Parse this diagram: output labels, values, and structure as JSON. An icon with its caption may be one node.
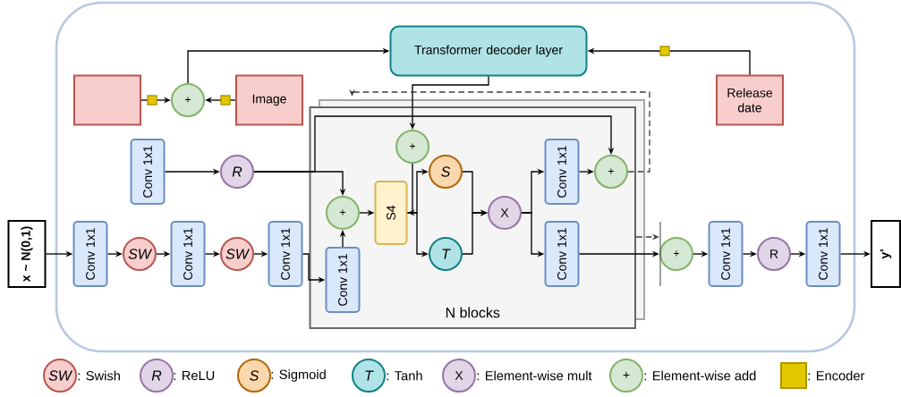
{
  "diagram": {
    "nodes": [
      {
        "text": [
          "x ~ N(0,1)"
        ]
      },
      {
        "text": [],
        "shape": "box"
      },
      {
        "text": [
          "+"
        ]
      },
      {
        "text": [
          "Image"
        ]
      },
      {
        "text": [
          "Transformer decoder layer"
        ]
      },
      {
        "text": [
          "Release date"
        ]
      },
      {
        "text": [
          "Conv 1x1"
        ]
      },
      {
        "text": [
          "R"
        ]
      },
      {
        "text": [
          "Conv 1x1"
        ]
      },
      {
        "text": [
          "SW"
        ]
      },
      {
        "text": [
          "Conv 1x1"
        ]
      },
      {
        "text": [
          "SW"
        ]
      },
      {
        "text": [
          "Conv 1x1"
        ]
      },
      {
        "text": [
          "N blocks"
        ]
      },
      {
        "text": [
          "+"
        ],
        "in": 13
      },
      {
        "text": [
          "+"
        ],
        "in": 13
      },
      {
        "text": [
          "S4"
        ],
        "in": 13
      },
      {
        "text": [
          "S"
        ],
        "in": 13
      },
      {
        "text": [
          "T"
        ],
        "in": 13
      },
      {
        "text": [
          "X"
        ],
        "in": 13
      },
      {
        "text": [
          "Conv 1x1"
        ],
        "in": 13
      },
      {
        "text": [
          "+"
        ],
        "in": 13
      },
      {
        "text": [
          "Conv 1x1"
        ],
        "in": 13
      },
      {
        "text": [
          "Conv 1x1"
        ],
        "in": 13
      },
      {
        "text": [
          "+"
        ]
      },
      {
        "text": [
          "Conv 1x1"
        ]
      },
      {
        "text": [
          "R"
        ]
      },
      {
        "text": [
          "Conv 1x1"
        ]
      },
      {
        "text": [
          "y'"
        ]
      }
    ],
    "edges": [
      {
        "from": 0,
        "to": 8,
        "arrow": "to"
      },
      {
        "from": 8,
        "to": 9,
        "arrow": "to"
      },
      {
        "from": 9,
        "to": 10,
        "arrow": "to"
      },
      {
        "from": 10,
        "to": 11,
        "arrow": "to"
      },
      {
        "from": 11,
        "to": 12,
        "arrow": "to"
      },
      {
        "from": 12,
        "to": 22,
        "arrow": "to"
      },
      {
        "from": 22,
        "to": 15,
        "arrow": "to"
      },
      {
        "from": 15,
        "to": 16,
        "arrow": "to"
      },
      {
        "from": 16,
        "to": 17,
        "arrow": "to"
      },
      {
        "from": 16,
        "to": 18,
        "arrow": "to"
      },
      {
        "from": 17,
        "to": 19,
        "arrow": "to"
      },
      {
        "from": 18,
        "to": 19,
        "arrow": "to"
      },
      {
        "from": 19,
        "to": 20,
        "arrow": "to"
      },
      {
        "from": 19,
        "to": 23,
        "arrow": "to"
      },
      {
        "from": 20,
        "to": 21,
        "arrow": "to"
      },
      {
        "from": 23,
        "to": 24,
        "arrow": "to"
      },
      {
        "from": 24,
        "to": 25,
        "arrow": "to"
      },
      {
        "from": 25,
        "to": 26,
        "arrow": "to"
      },
      {
        "from": 26,
        "to": 27,
        "arrow": "to"
      },
      {
        "from": 27,
        "to": 28,
        "arrow": "to"
      },
      {
        "from": 6,
        "to": 7,
        "arrow": "to"
      },
      {
        "from": 7,
        "to": 15,
        "arrow": "to"
      },
      {
        "from": 7,
        "to": 21,
        "arrow": "to"
      },
      {
        "from": 1,
        "to": 2,
        "arrow": "to"
      },
      {
        "from": 3,
        "to": 2,
        "arrow": "to"
      },
      {
        "from": 2,
        "to": 4,
        "arrow": "to"
      },
      {
        "from": 5,
        "to": 4,
        "arrow": "to"
      },
      {
        "from": 4,
        "to": 14,
        "arrow": "to"
      },
      {
        "from": 14,
        "to": 16,
        "arrow": "to"
      },
      {
        "from": 21,
        "to": 13,
        "arrow": "to",
        "style": "dashed"
      },
      {
        "from": 13,
        "to": 24,
        "arrow": "to",
        "style": "dashed"
      }
    ],
    "labels": [
      "SW",
      "R",
      "S",
      "T",
      "X",
      "+"
    ],
    "legend": [
      {
        "text": ": Swish"
      },
      {
        "text": ": ReLU"
      },
      {
        "text": ": Sigmoid"
      },
      {
        "text": ": Tanh"
      },
      {
        "text": ": Element-wise mult"
      },
      {
        "text": ": Element-wise add"
      },
      {
        "text": ": Encoder",
        "color": "#e3c800"
      }
    ]
  }
}
